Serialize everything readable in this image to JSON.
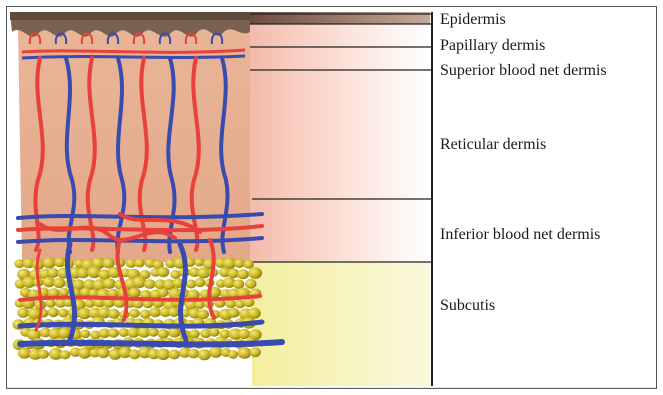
{
  "figure": {
    "layers": [
      {
        "id": "epidermis",
        "label": "Epidermis"
      },
      {
        "id": "papillary",
        "label": "Papillary dermis"
      },
      {
        "id": "superior",
        "label": "Superior blood net dermis"
      },
      {
        "id": "reticular",
        "label": "Reticular dermis"
      },
      {
        "id": "inferior",
        "label": "Inferior blood net dermis"
      },
      {
        "id": "subcutis",
        "label": "Subcutis"
      }
    ]
  },
  "colors": {
    "epidermis": "#6e5a48",
    "dermis": "#e8b08f",
    "fat": "#cdbd2a",
    "artery": "#e8403a",
    "vein": "#3a4bb0",
    "subcutis_band": "#f6f2b4"
  }
}
